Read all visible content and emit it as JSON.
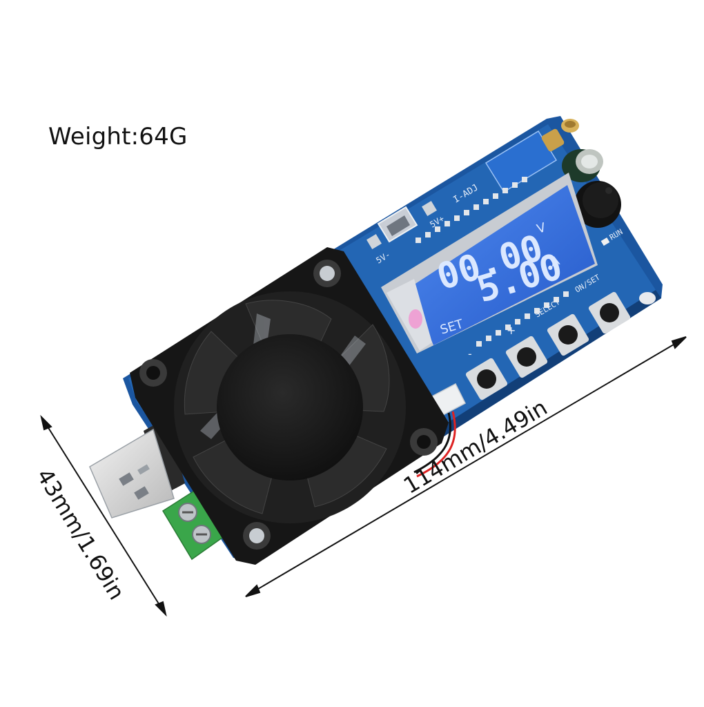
{
  "annotations": {
    "weight": "Weight:64G",
    "length": "114mm/4.49in",
    "width": "43mm/1.69in"
  },
  "board": {
    "pcb_label_iadj": "I-ADJ",
    "pcb_label_5v_minus": "5V-",
    "pcb_label_5v_plus": "5V+",
    "pcb_label_run": "RUN",
    "pcb_label_minus": "-",
    "pcb_label_plus": "+",
    "pcb_label_select": "SELECT",
    "pcb_label_onset": "ON/SET",
    "lcd_voltage": "00.00",
    "lcd_voltage_unit": "V",
    "lcd_current": "5.00",
    "lcd_current_unit": "A",
    "lcd_mode": "SET"
  },
  "colors": {
    "pcb": "#1f5fa8",
    "pcb_dark": "#174a86",
    "lcd": "#2f6fe0",
    "lcd_text": "#dbe8ff",
    "fan": "#1a1a1a",
    "terminal": "#3aa64a"
  },
  "icons": [
    "usb-a-plug-icon",
    "cooling-fan-icon",
    "screw-terminal-icon",
    "buzzer-icon",
    "potentiometer-icon",
    "tactile-button-icon"
  ]
}
